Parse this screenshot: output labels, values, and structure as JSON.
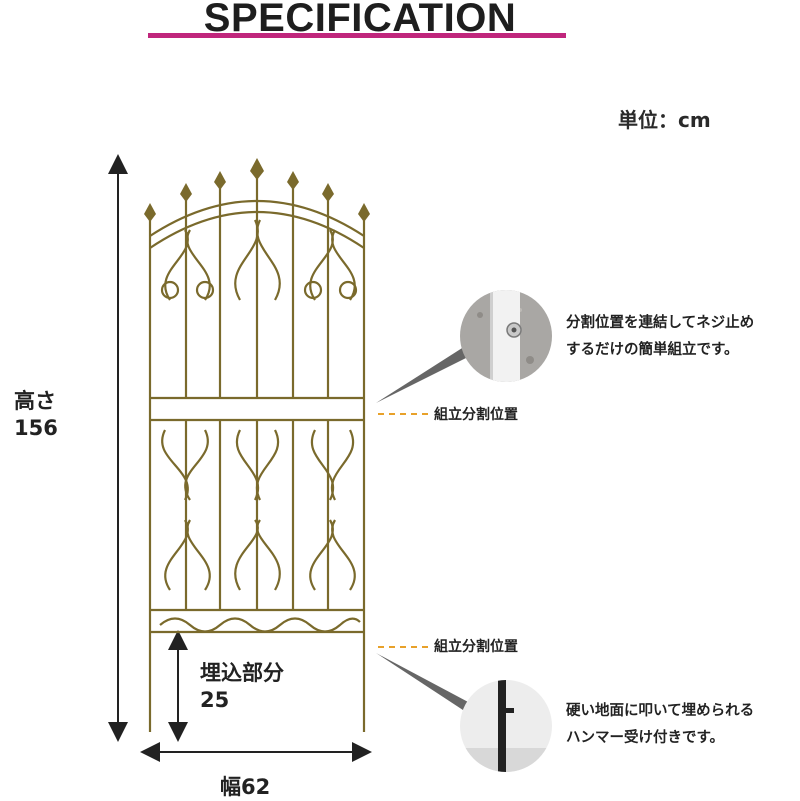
{
  "title": "SPECIFICATION",
  "unit": "単位：cm",
  "height": {
    "label": "高さ",
    "value": "156"
  },
  "buried": {
    "label": "埋込部分",
    "value": "25"
  },
  "width": {
    "label": "幅62"
  },
  "notes": {
    "top_line1": "分割位置を連結してネジ止め",
    "top_line2": "するだけの簡単組立です。",
    "bottom_line1": "硬い地面に叩いて埋められる",
    "bottom_line2": "ハンマー受け付きです。"
  },
  "split_labels": [
    "組立分割位置",
    "組立分割位置"
  ],
  "colors": {
    "accent": "#c0267c",
    "fence": "#7a6a2c",
    "dash": "#e8a12a"
  },
  "icons": [
    "fence-illustration",
    "bolt-joint-photo",
    "hammer-stop-photo"
  ]
}
